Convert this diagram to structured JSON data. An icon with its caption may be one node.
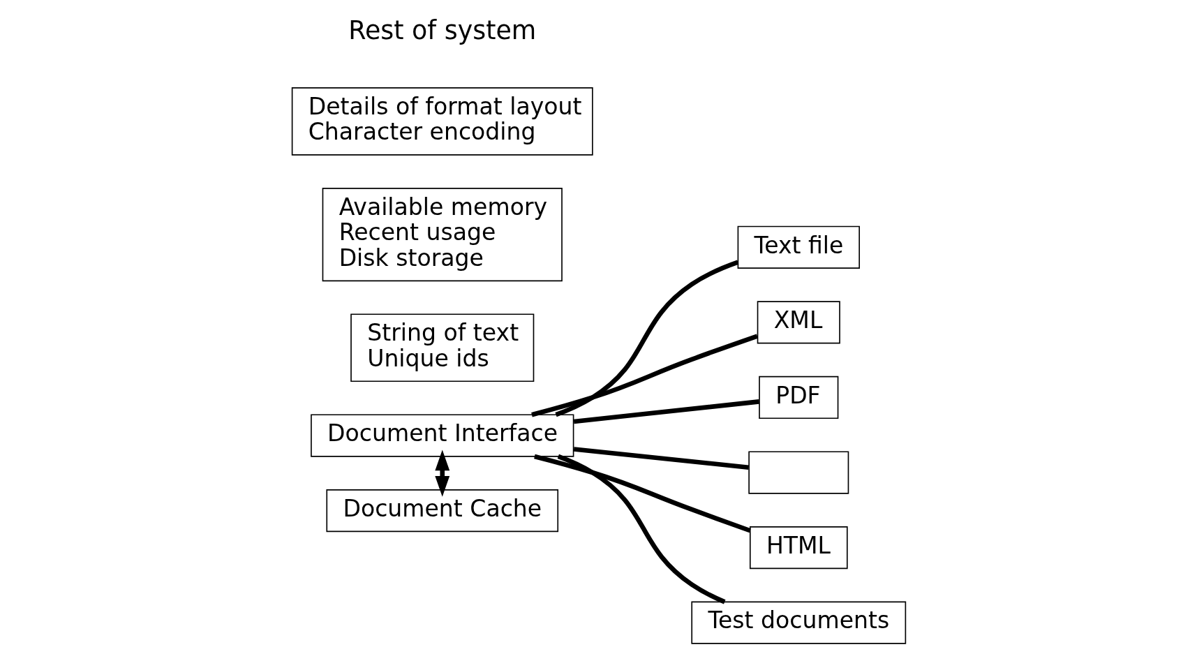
{
  "diagram": {
    "nodes": [
      {
        "text": [
          "Document Interface"
        ]
      },
      {
        "text": [
          "Document Cache"
        ]
      },
      {
        "text": [
          "String of text",
          "Unique ids"
        ]
      },
      {
        "text": [
          "Text file"
        ]
      },
      {
        "text": [
          "XML"
        ]
      },
      {
        "text": [
          "PDF"
        ]
      },
      {
        "text": [],
        "shape": "box"
      },
      {
        "text": [
          "HTML"
        ]
      },
      {
        "text": [
          "Test documents"
        ]
      },
      {
        "text": [
          "Available memory",
          "Recent usage",
          "Disk storage"
        ]
      },
      {
        "text": [
          "Details of format layout",
          "Character encoding"
        ]
      }
    ],
    "edges": [
      {
        "from": 0,
        "to": 1,
        "arrow": "both"
      },
      {
        "from": 0,
        "to": 3,
        "arrow": "none"
      },
      {
        "from": 0,
        "to": 4,
        "arrow": "none"
      },
      {
        "from": 0,
        "to": 5,
        "arrow": "none"
      },
      {
        "from": 0,
        "to": 6,
        "arrow": "none"
      },
      {
        "from": 0,
        "to": 7,
        "arrow": "none"
      },
      {
        "from": 0,
        "to": 8,
        "arrow": "none"
      }
    ],
    "labels": [
      "Rest of system"
    ]
  }
}
